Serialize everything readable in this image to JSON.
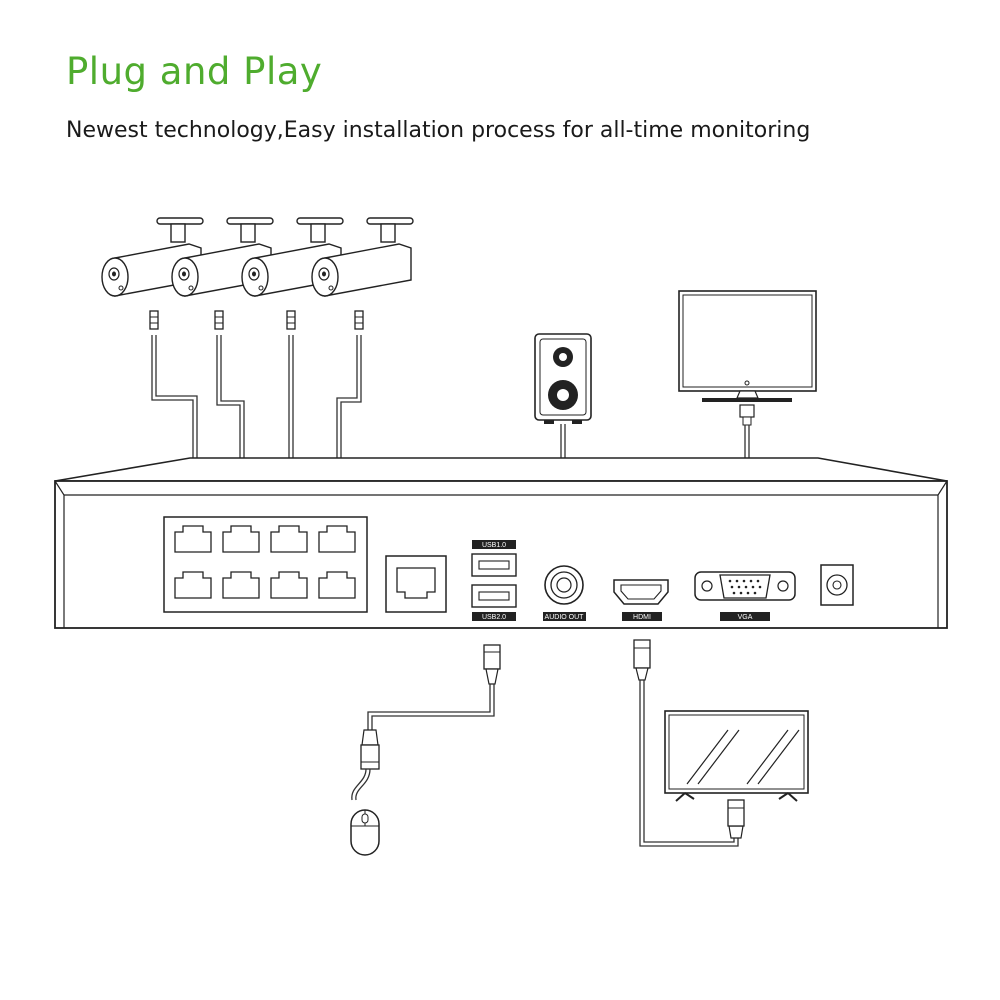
{
  "header": {
    "title": "Plug and Play",
    "subtitle": "Newest technology,Easy installation process for all-time monitoring"
  },
  "colors": {
    "title": "#4fac2e",
    "line": "#222222"
  },
  "nvr": {
    "port_labels": {
      "usb1": "USB1.0",
      "usb2": "USB2.0",
      "audio": "AUDIO OUT",
      "hdmi": "HDMI",
      "vga": "VGA"
    },
    "poe_port_count": 8
  },
  "devices": {
    "cameras": 4,
    "icons": [
      "bullet-camera-icon",
      "speaker-icon",
      "vga-monitor-icon",
      "mouse-icon",
      "tv-icon"
    ]
  }
}
